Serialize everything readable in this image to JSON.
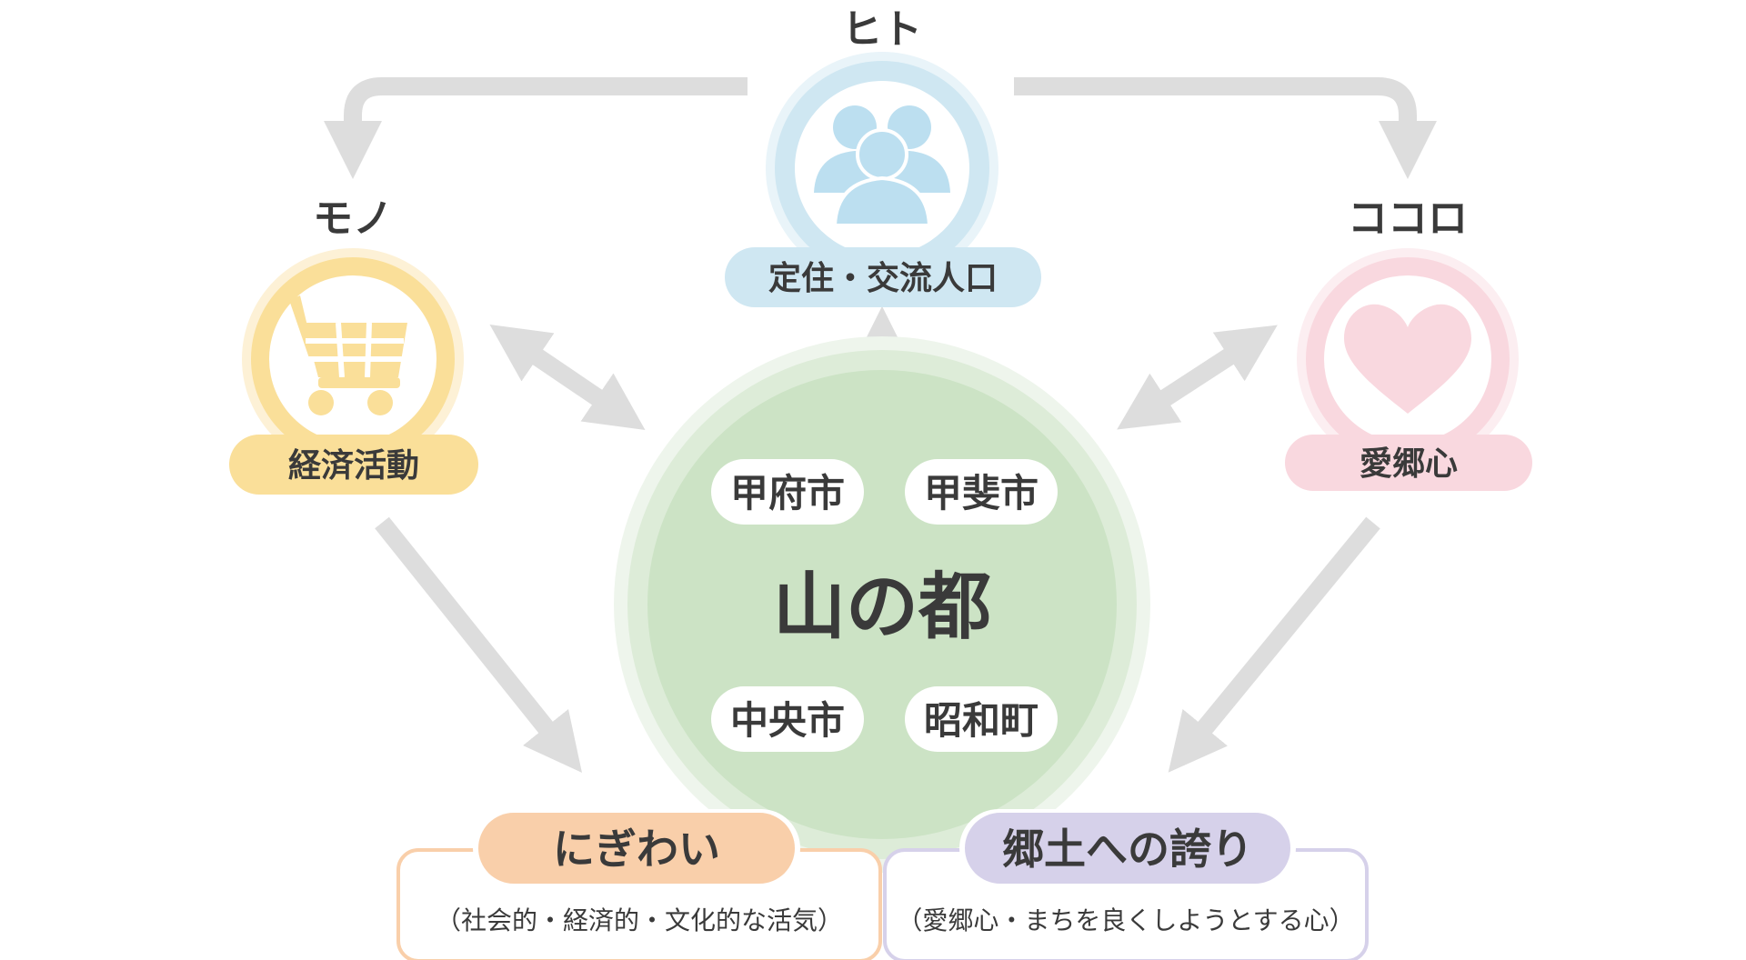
{
  "center": {
    "title": "山の都",
    "cities": [
      "甲府市",
      "甲斐市",
      "中央市",
      "昭和町"
    ]
  },
  "nodes": {
    "hito": {
      "heading": "ヒト",
      "label": "定住・交流人口",
      "icon": "people-icon"
    },
    "mono": {
      "heading": "モノ",
      "label": "経済活動",
      "icon": "shopping-cart-icon"
    },
    "kokoro": {
      "heading": "ココロ",
      "label": "愛郷心",
      "icon": "heart-icon"
    }
  },
  "outcomes": {
    "nigiwai": {
      "title": "にぎわい",
      "description": "（社会的・経済的・文化的な活気）"
    },
    "hokori": {
      "title": "郷土への誇り",
      "description": "（愛郷心・まちを良くしようとする心）"
    }
  },
  "colors": {
    "center": "#cce3c5",
    "hito": "#cfe7f2",
    "mono": "#fadf99",
    "kokoro": "#f9d8df",
    "nigiwai": "#f9cfaa",
    "hokori": "#d6d1ea",
    "arrow": "#dddddd",
    "text": "#3a3a3a"
  }
}
